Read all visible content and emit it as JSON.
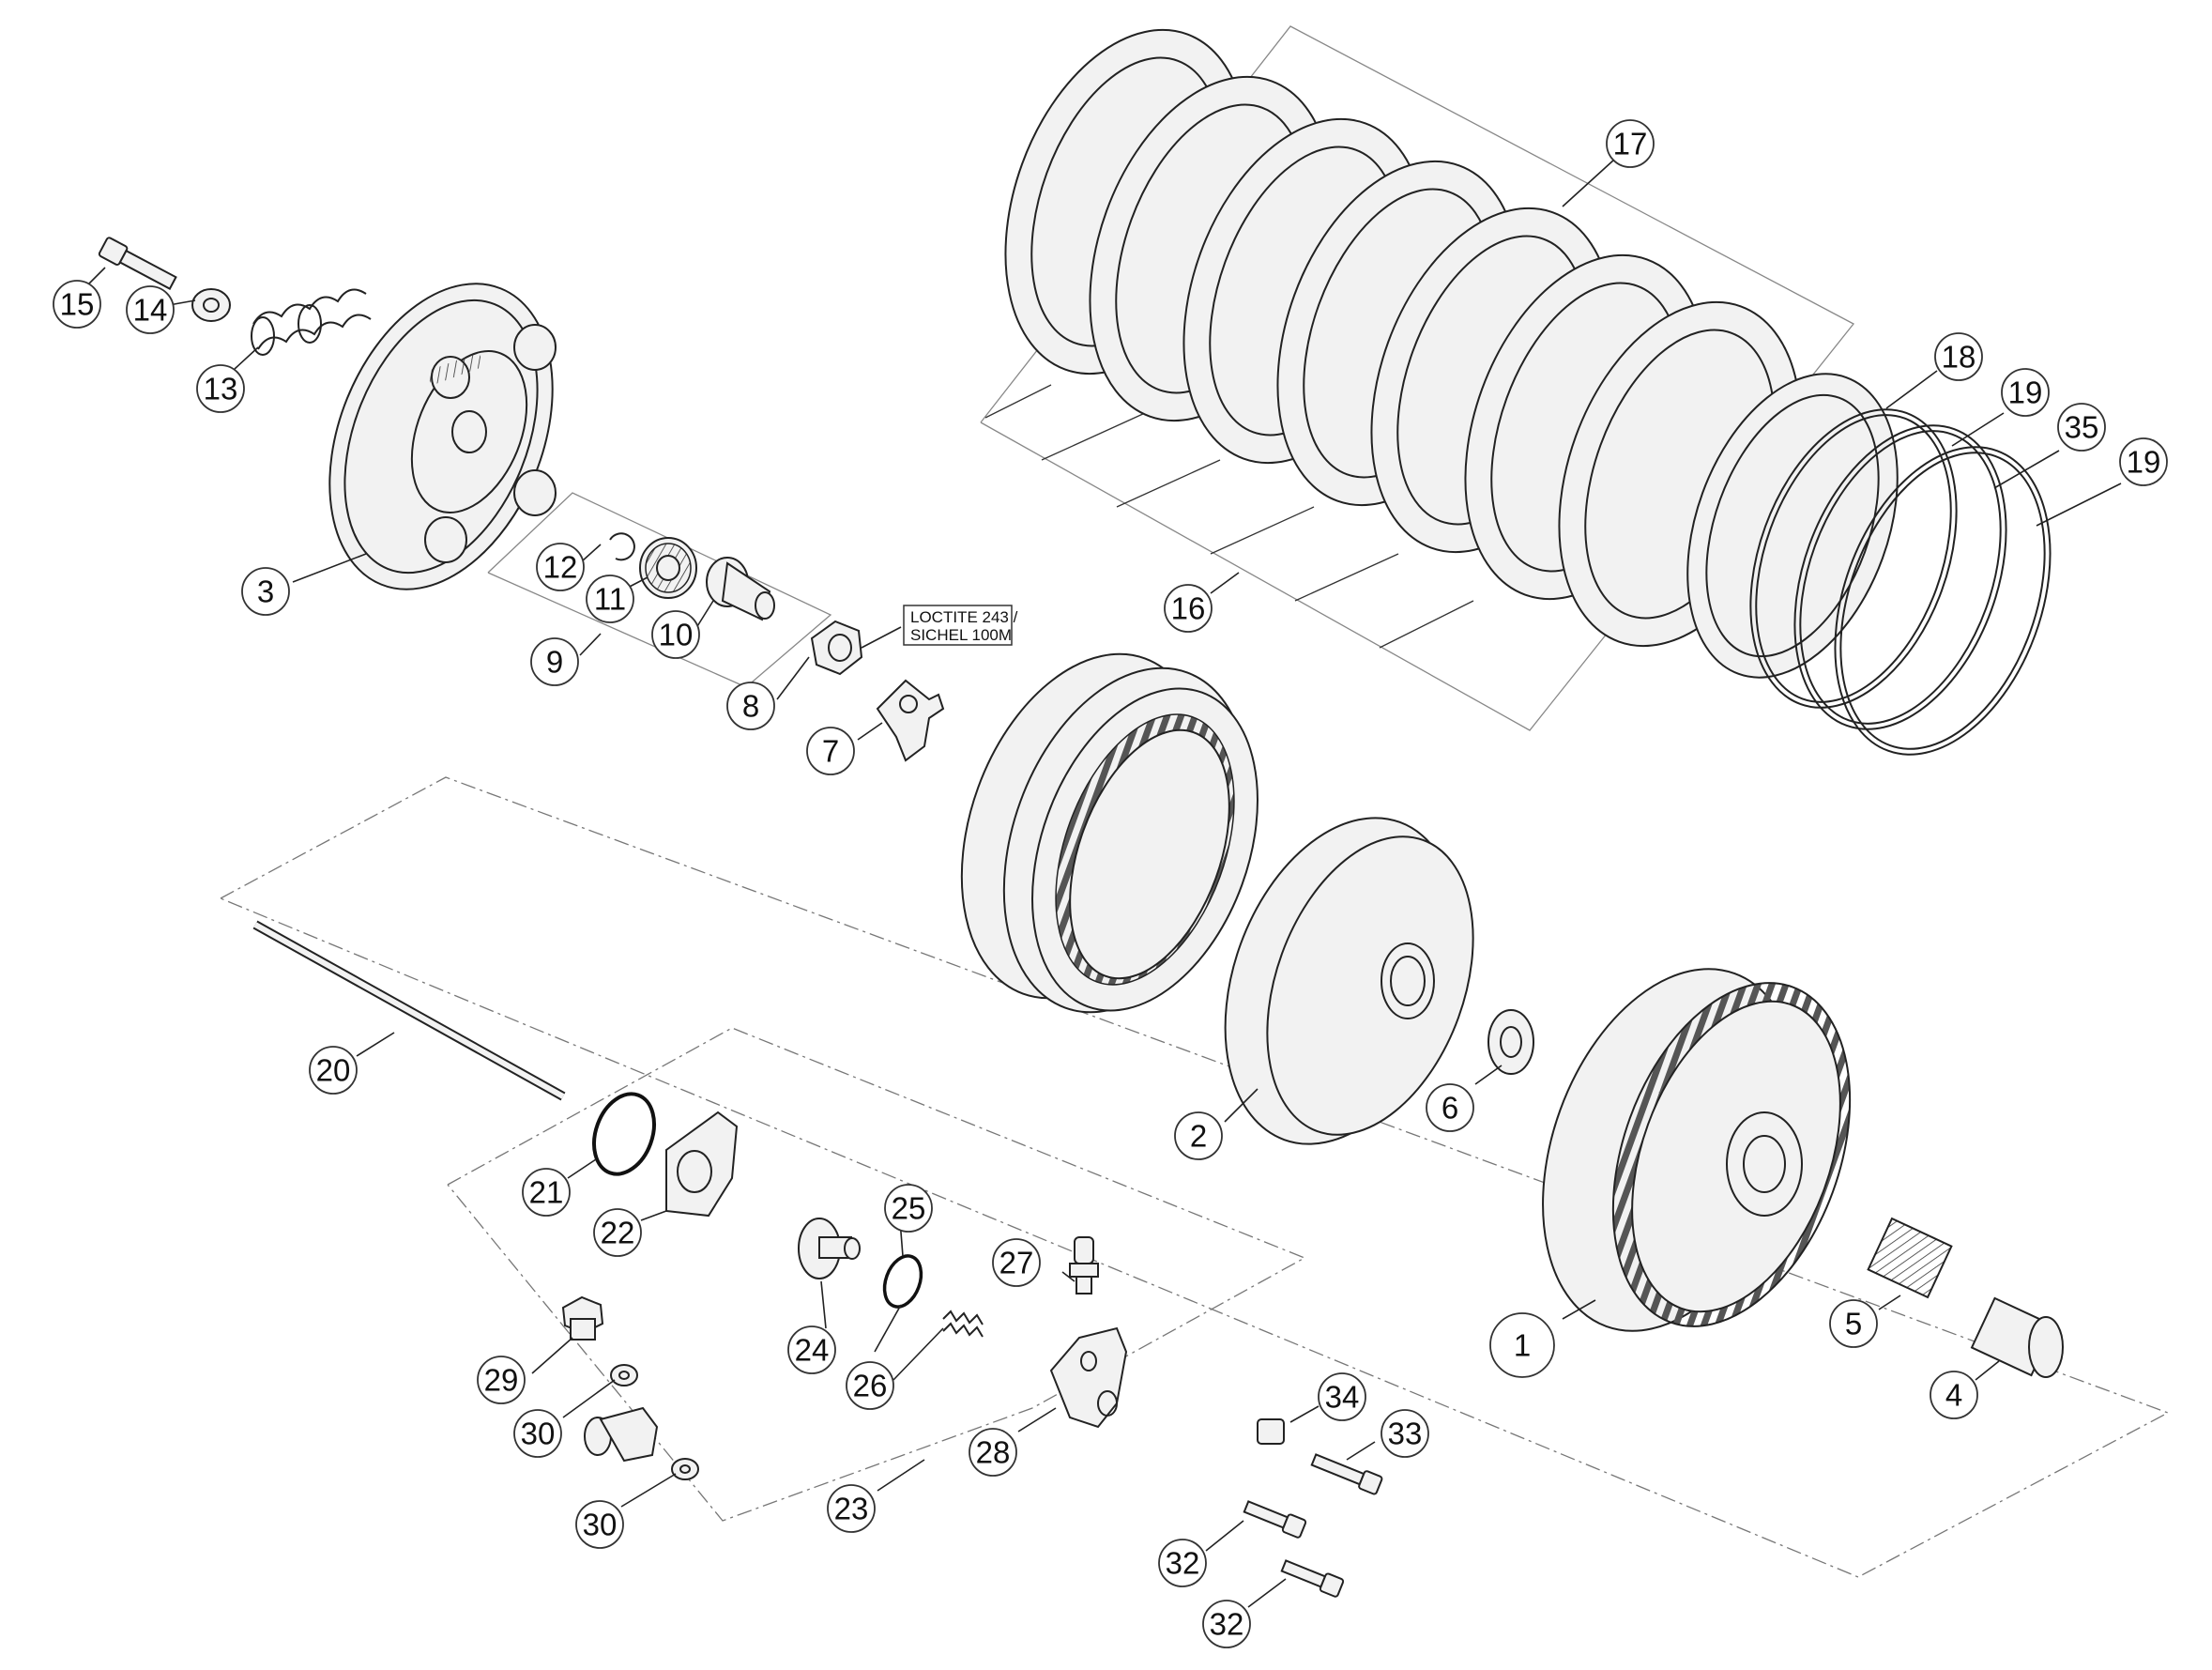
{
  "callouts": [
    {
      "id": "c1",
      "label": "1"
    },
    {
      "id": "c2",
      "label": "2"
    },
    {
      "id": "c3",
      "label": "3"
    },
    {
      "id": "c4",
      "label": "4"
    },
    {
      "id": "c5",
      "label": "5"
    },
    {
      "id": "c6",
      "label": "6"
    },
    {
      "id": "c7",
      "label": "7"
    },
    {
      "id": "c8",
      "label": "8"
    },
    {
      "id": "c9",
      "label": "9"
    },
    {
      "id": "c10",
      "label": "10"
    },
    {
      "id": "c11",
      "label": "11"
    },
    {
      "id": "c12",
      "label": "12"
    },
    {
      "id": "c13",
      "label": "13"
    },
    {
      "id": "c14",
      "label": "14"
    },
    {
      "id": "c15",
      "label": "15"
    },
    {
      "id": "c16",
      "label": "16"
    },
    {
      "id": "c17",
      "label": "17"
    },
    {
      "id": "c18",
      "label": "18"
    },
    {
      "id": "c19a",
      "label": "19"
    },
    {
      "id": "c35",
      "label": "35"
    },
    {
      "id": "c19b",
      "label": "19"
    },
    {
      "id": "c20",
      "label": "20"
    },
    {
      "id": "c21",
      "label": "21"
    },
    {
      "id": "c22",
      "label": "22"
    },
    {
      "id": "c23",
      "label": "23"
    },
    {
      "id": "c24",
      "label": "24"
    },
    {
      "id": "c25",
      "label": "25"
    },
    {
      "id": "c26",
      "label": "26"
    },
    {
      "id": "c27",
      "label": "27"
    },
    {
      "id": "c28",
      "label": "28"
    },
    {
      "id": "c29",
      "label": "29"
    },
    {
      "id": "c30a",
      "label": "30"
    },
    {
      "id": "c30b",
      "label": "30"
    },
    {
      "id": "c32a",
      "label": "32"
    },
    {
      "id": "c32b",
      "label": "32"
    },
    {
      "id": "c33",
      "label": "33"
    },
    {
      "id": "c34",
      "label": "34"
    }
  ],
  "note": {
    "line1": "LOCTITE 243 /",
    "line2": "SICHEL 100M"
  }
}
